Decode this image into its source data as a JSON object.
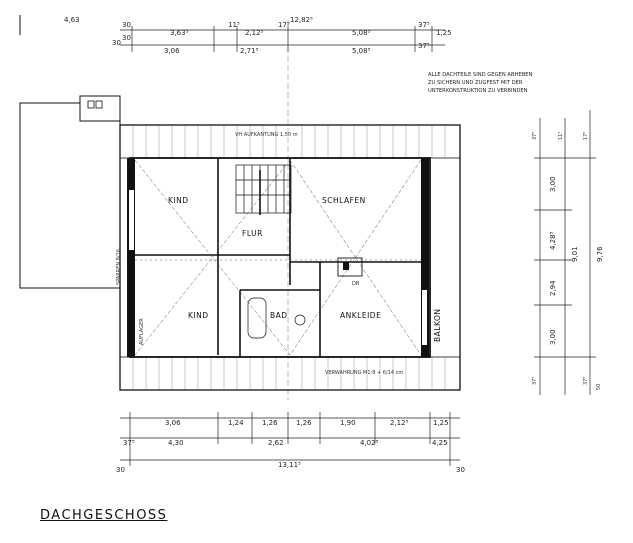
{
  "title": "DACHGESCHOSS",
  "note_lines": [
    "ALLE DACHTEILE SIND GEGEN ABHEBEN",
    "ZU SICHERN UND ZUGFEST MIT DER",
    "UNTERKONSTRUKTION ZU VERBINDEN"
  ],
  "rooms": {
    "kind_top": "KIND",
    "schlafen": "SCHLAFEN",
    "flur": "FLUR",
    "kind_bottom": "KIND",
    "bad": "BAD",
    "ankleide": "ANKLEIDE",
    "balkon": "BALKON"
  },
  "top_dims": {
    "left_total": "4,63",
    "overall": "12,82⁵",
    "row1": [
      "30",
      "3,63⁵",
      "11⁵",
      "2,12⁵",
      "17⁵",
      "5,08⁵",
      "37⁵",
      "1,25",
      "30"
    ],
    "row2": [
      "30",
      "3,06",
      "2,71⁵",
      "5,08⁵",
      "37⁵"
    ]
  },
  "bottom_dims": {
    "row1": [
      "3,06",
      "1,24",
      "1,26",
      "1,26",
      "1,90",
      "2,12⁵",
      "1,25"
    ],
    "row2": [
      "37⁵",
      "4,30",
      "2,62",
      "4,02⁵",
      "4,25"
    ],
    "overall": "13,11⁵",
    "edge_left": "30",
    "edge_right": "30"
  },
  "right_dims": {
    "col1": [
      "3,00",
      "4,28⁵",
      "2,94",
      "3,00"
    ],
    "col2": [
      "9,01"
    ],
    "col3": [
      "9,76"
    ],
    "small": [
      "37⁵",
      "11⁵",
      "17⁵",
      "37⁵",
      "50",
      "37⁵"
    ]
  },
  "labels": {
    "sparren": "SPARREN 8/16",
    "vh_top": "VH AUFKANTUNG 1,50 m",
    "vh_bottom": "VERWAHRUNG M1:8 + 6/14 cm",
    "attic": "AUFLAGER",
    "chimney": "DB"
  }
}
